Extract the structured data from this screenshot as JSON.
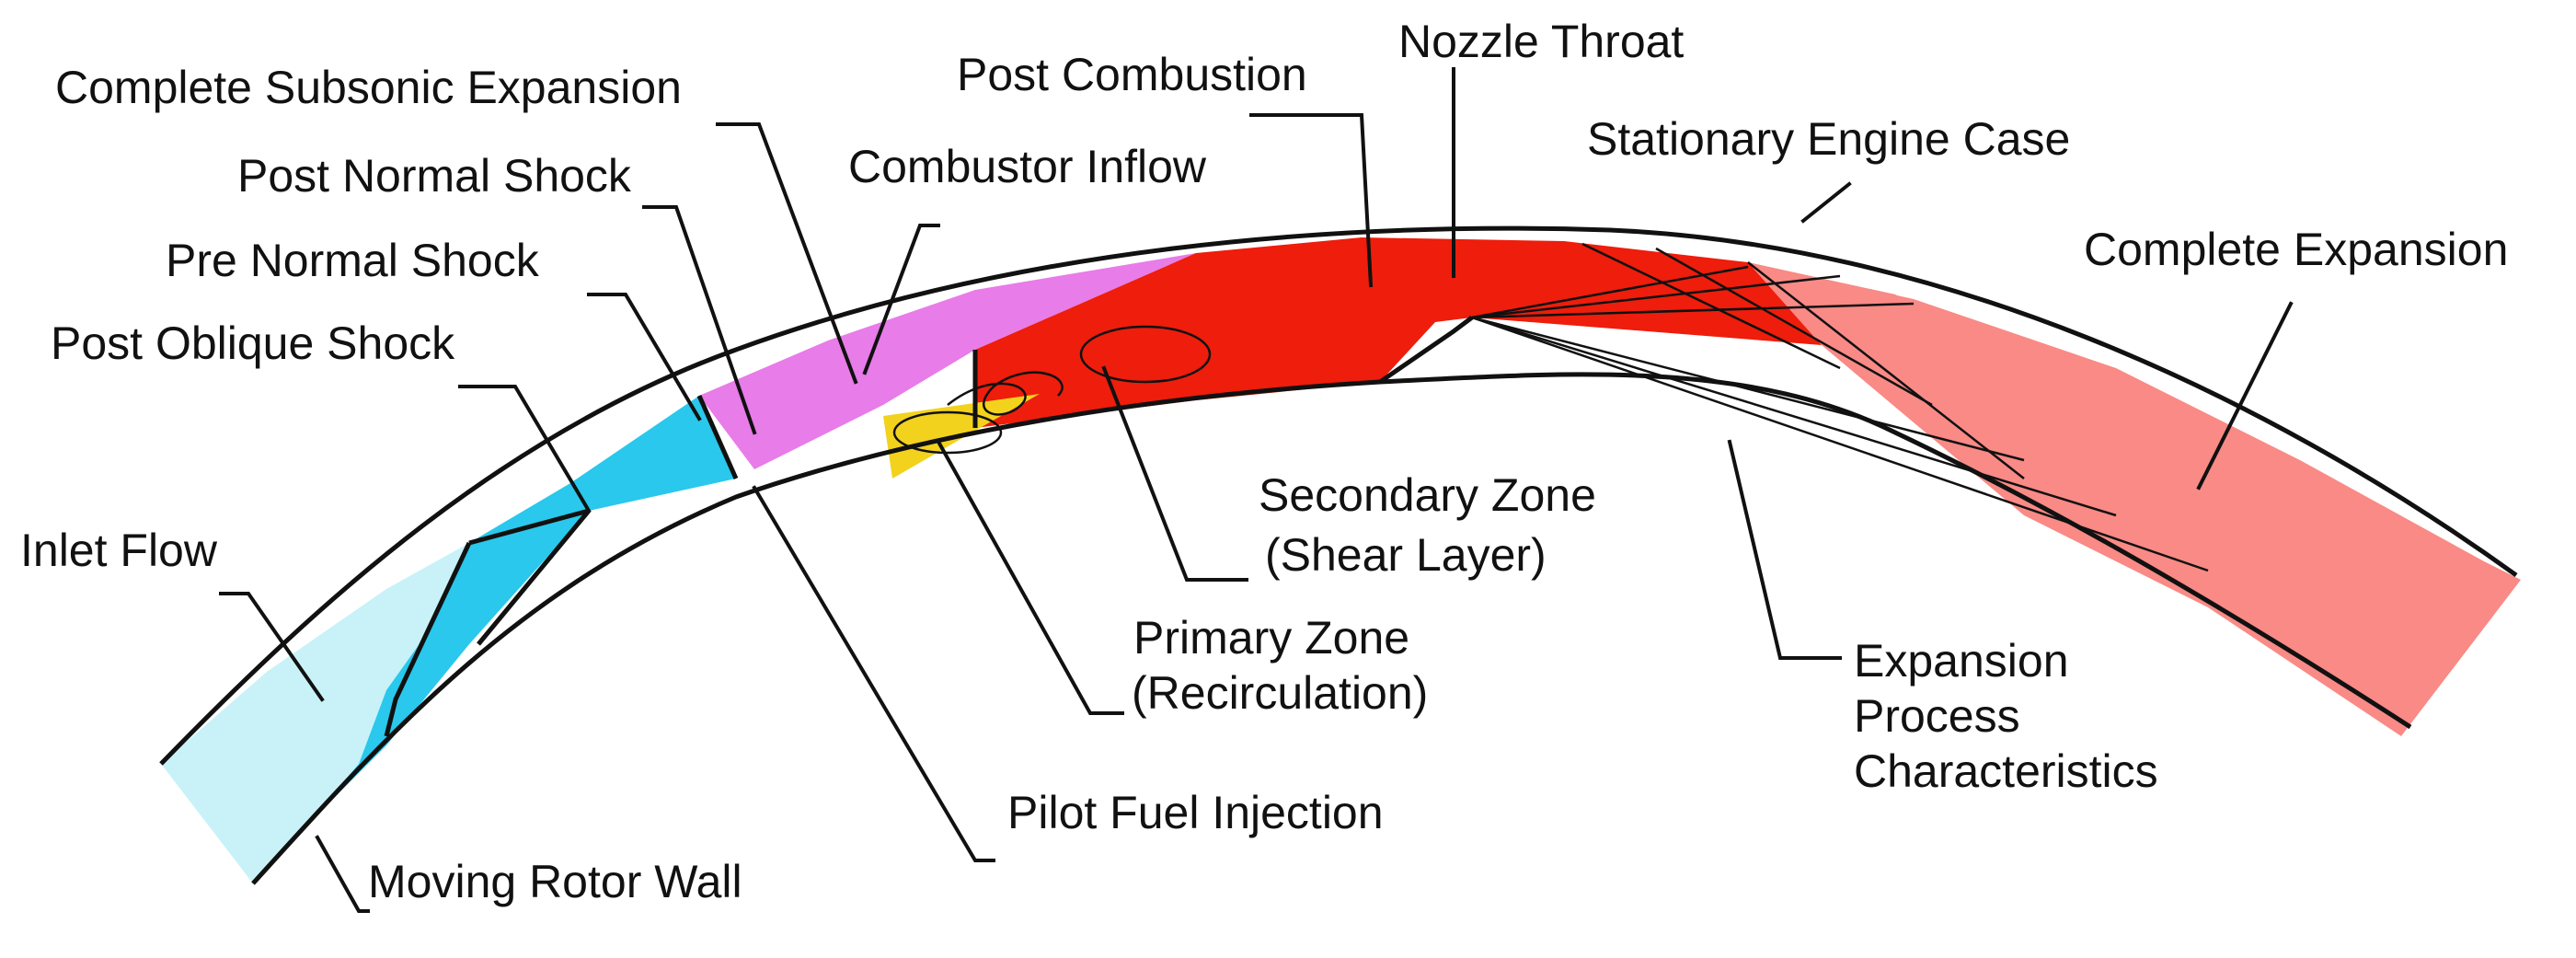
{
  "labels": {
    "complete_subsonic_expansion": "Complete Subsonic Expansion",
    "post_combustion": "Post Combustion",
    "nozzle_throat": "Nozzle Throat",
    "stationary_engine_case": "Stationary Engine Case",
    "post_normal_shock": "Post Normal Shock",
    "combustor_inflow": "Combustor Inflow",
    "complete_expansion": "Complete Expansion",
    "pre_normal_shock": "Pre Normal Shock",
    "post_oblique_shock": "Post Oblique Shock",
    "secondary_zone_1": "Secondary Zone",
    "secondary_zone_2": "(Shear Layer)",
    "inlet_flow": "Inlet Flow",
    "primary_zone_1": "Primary Zone",
    "primary_zone_2": "(Recirculation)",
    "expansion_1": "Expansion",
    "expansion_2": "Process",
    "expansion_3": "Characteristics",
    "pilot_fuel_injection": "Pilot Fuel Injection",
    "moving_rotor_wall": "Moving Rotor Wall"
  },
  "colors": {
    "inlet": "#c8f2f8",
    "oblique": "#29c8ec",
    "normal_shock": "#e87ce8",
    "combustion": "#ee1d0c",
    "primary_zone": "#f2d21c",
    "expansion_light": "#f77a6e",
    "complete_expansion": "#f98a86"
  }
}
